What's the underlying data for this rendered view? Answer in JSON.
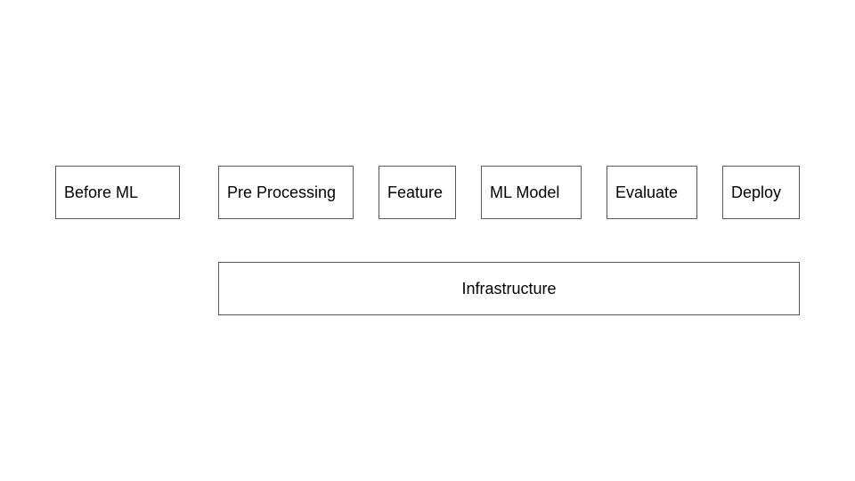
{
  "diagram": {
    "before_ml": "Before ML",
    "pipeline": {
      "stages": [
        "Pre Processing",
        "Feature",
        "ML Model",
        "Evaluate",
        "Deploy"
      ]
    },
    "infrastructure": "Infrastructure"
  }
}
